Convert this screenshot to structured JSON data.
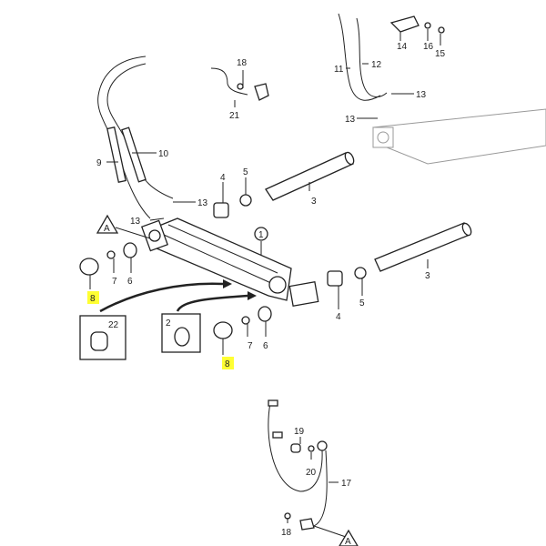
{
  "diagram": {
    "callouts": {
      "c14": "14",
      "c16": "16",
      "c15": "15",
      "c18a": "18",
      "c11": "11",
      "c12": "12",
      "c13a": "13",
      "c13b": "13",
      "c21": "21",
      "c9": "9",
      "c10": "10",
      "c13c": "13",
      "c13d": "13",
      "c4a": "4",
      "c5a": "5",
      "c3a": "3",
      "cA1": "A",
      "c1": "1",
      "c8a": "8",
      "c7a": "7",
      "c6a": "6",
      "c22": "22",
      "c2": "2",
      "c8b": "8",
      "c7b": "7",
      "c6b": "6",
      "c4b": "4",
      "c5b": "5",
      "c3b": "3",
      "c19": "19",
      "c20": "20",
      "c17": "17",
      "c18b": "18",
      "cA2": "A"
    },
    "highlight_color": "#ffff33"
  }
}
